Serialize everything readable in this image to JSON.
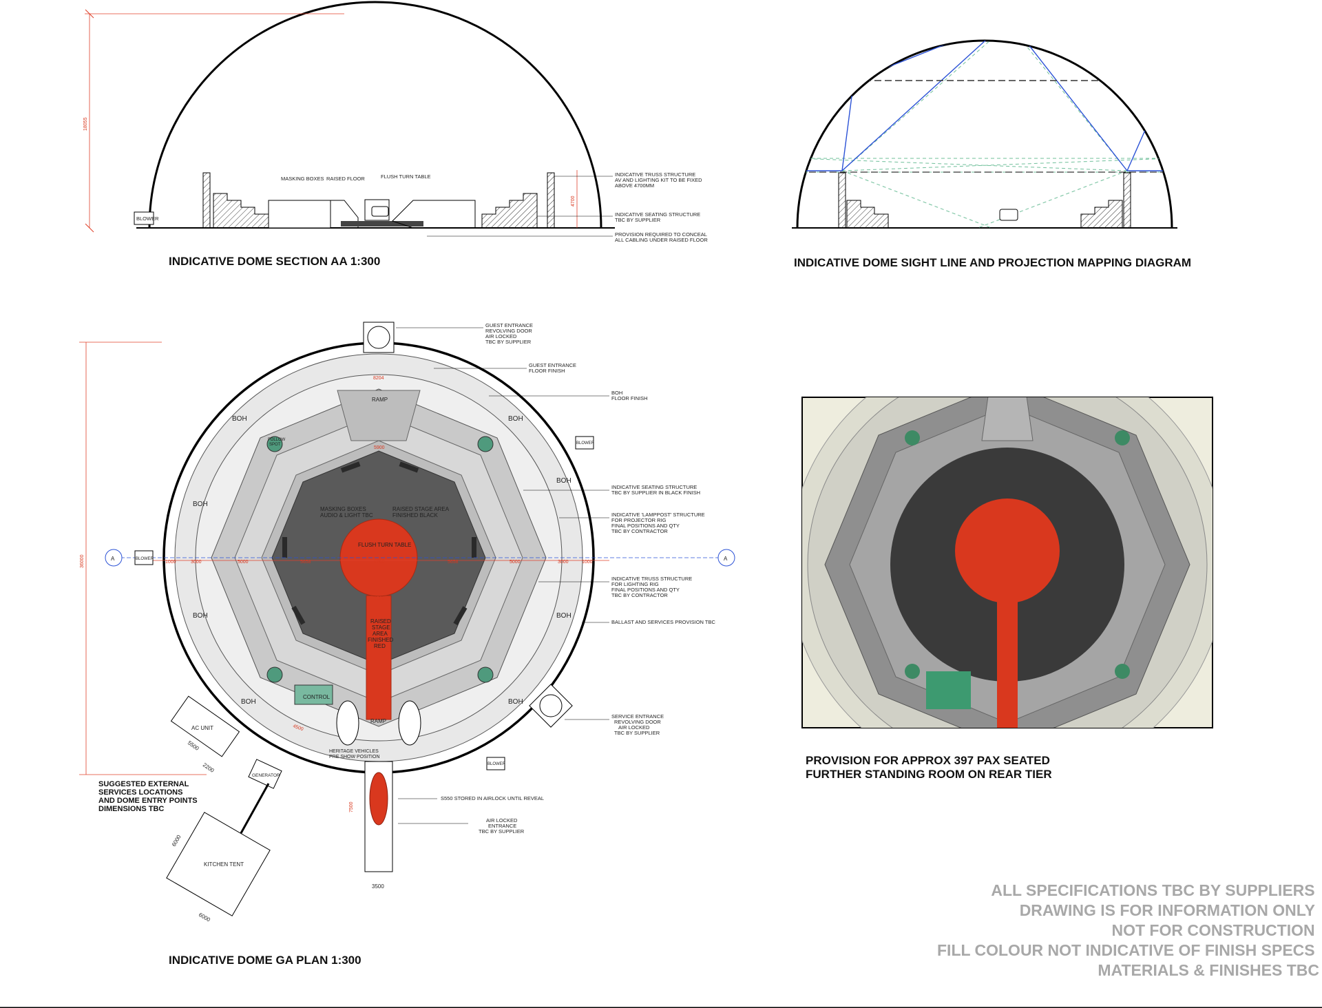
{
  "section": {
    "title": "INDICATIVE DOME SECTION AA 1:300",
    "height_dim": "18055",
    "dim_4700": "4700",
    "labels": {
      "masking_boxes": "MASKING BOXES",
      "raised_floor": "RAISED FLOOR",
      "flush_turn_table": "FLUSH TURN TABLE",
      "blower": "BLOWER"
    },
    "callouts": [
      [
        "INDICATIVE TRUSS STRUCTURE",
        "AV AND LIGHTING KIT TO BE FIXED",
        "ABOVE 4700MM"
      ],
      [
        "INDICATIVE SEATING STRUCTURE",
        "TBC BY SUPPLIER"
      ],
      [
        "PROVISION REQUIRED TO CONCEAL",
        "ALL CABLING UNDER RAISED FLOOR"
      ]
    ]
  },
  "sightline": {
    "title": "INDICATIVE DOME SIGHT LINE AND PROJECTION MAPPING DIAGRAM"
  },
  "plan": {
    "title": "INDICATIVE DOME GA PLAN 1:300",
    "overall_dim": "36000",
    "section_marker": "A",
    "boh": "BOH",
    "ramp": "RAMP",
    "follow_spot": [
      "FOLLOW",
      "SPOT"
    ],
    "masking_boxes": [
      "MASKING BOXES",
      "AUDIO & LIGHT TBC"
    ],
    "raised_stage_area": [
      "RAISED STAGE AREA",
      "FINISHED BLACK"
    ],
    "flush_turn_table": "FLUSH TURN TABLE",
    "raised_stage_red": [
      "RAISED",
      "STAGE",
      "AREA",
      "FINISHED",
      "RED"
    ],
    "control": "CONTROL",
    "heritage_vehicles": [
      "HERITAGE VEHICLES",
      "PRE SHOW POSITION"
    ],
    "blower": "BLOWER",
    "ac_unit": "AC UNIT",
    "generator": "GENERATOR",
    "kitchen_tent": "KITCHEN TENT",
    "dims": {
      "d8204": "8204",
      "d5900": "5900",
      "d1000": "1000",
      "d3000": "3000",
      "d5000": "5000",
      "d5658": "5658",
      "d6260": "6260",
      "d3500": "3500",
      "d7500": "7500",
      "d5500": "5500",
      "d2200": "2200",
      "d6000": "6000",
      "d4500": "4500"
    },
    "external_services": [
      "SUGGESTED EXTERNAL",
      "SERVICES LOCATIONS",
      "AND DOME ENTRY POINTS",
      "DIMENSIONS TBC"
    ],
    "callouts": [
      [
        "GUEST ENTRANCE",
        "REVOLVING DOOR",
        "AIR LOCKED",
        "TBC BY SUPPLIER"
      ],
      [
        "GUEST ENTRANCE",
        "FLOOR FINISH"
      ],
      [
        "BOH",
        "FLOOR FINISH"
      ],
      [
        "INDICATIVE SEATING STRUCTURE",
        "TBC BY SUPPLIER IN BLACK FINISH"
      ],
      [
        "INDICATIVE 'LAMPPOST' STRUCTURE",
        "FOR PROJECTOR RIG",
        "FINAL POSITIONS AND QTY",
        "TBC BY CONTRACTOR"
      ],
      [
        "INDICATIVE TRUSS STRUCTURE",
        "FOR LIGHTING RIG",
        "FINAL POSITIONS AND QTY",
        "TBC BY CONTRACTOR"
      ],
      [
        "BALLAST AND SERVICES PROVISION TBC"
      ],
      [
        "SERVICE ENTRANCE",
        "REVOLVING DOOR",
        "AIR LOCKED",
        "TBC BY SUPPLIER"
      ],
      [
        "S550 STORED IN AIRLOCK UNTIL REVEAL"
      ],
      [
        "AIR LOCKED",
        "ENTRANCE",
        "TBC BY SUPPLIER"
      ]
    ]
  },
  "render": {
    "caption": [
      "PROVISION FOR APPROX 397 PAX SEATED",
      "FURTHER STANDING ROOM ON REAR TIER"
    ]
  },
  "disclaimer": [
    "ALL SPECIFICATIONS TBC BY SUPPLIERS",
    "DRAWING IS FOR INFORMATION ONLY",
    "NOT FOR CONSTRUCTION",
    "FILL COLOUR NOT INDICATIVE OF FINISH SPECS",
    "MATERIALS & FINISHES TBC"
  ],
  "colors": {
    "stage_red": "#d9381e",
    "stage_black": "#5a5a5a",
    "dim_red": "#e0402a",
    "projection_blue": "#2b52d6",
    "sightline_green": "#6fbf9a",
    "grey_note": "#a8a8a8",
    "follow_spot_green": "#4f9a7d"
  }
}
